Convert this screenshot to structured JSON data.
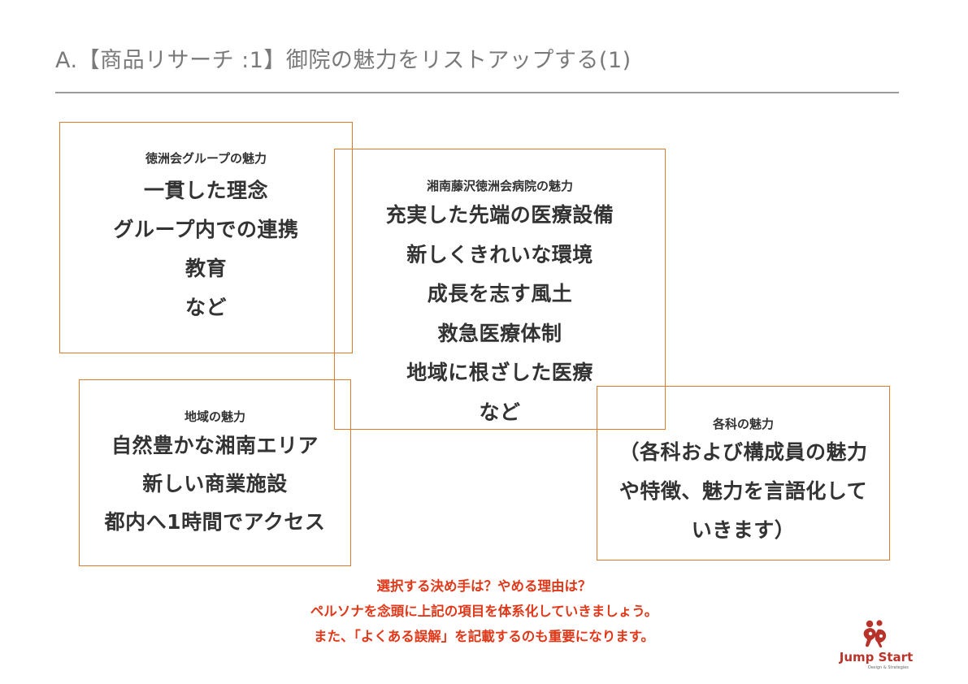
{
  "title": "A.【商品リサーチ :1】御院の魅力をリストアップする(1)",
  "boxes": {
    "group": {
      "heading": "徳洲会グループの魅力",
      "lines": [
        "一貫した理念",
        "グループ内での連携",
        "教育",
        "など"
      ]
    },
    "hospital": {
      "heading": "湘南藤沢徳洲会病院の魅力",
      "lines": [
        "充実した先端の医療設備",
        "新しくきれいな環境",
        "成長を志す風土",
        "救急医療体制",
        "地域に根ざした医療",
        "など"
      ]
    },
    "region": {
      "heading": "地域の魅力",
      "lines": [
        "自然豊かな湘南エリア",
        "新しい商業施設",
        "都内へ1時間でアクセス"
      ]
    },
    "department": {
      "heading": "各科の魅力",
      "lines": [
        "（各科および構成員の魅力",
        "や特徴、魅力を言語化して",
        "いきます）"
      ]
    }
  },
  "footer": {
    "lines": [
      "選択する決め手は？やめる理由は？",
      "ペルソナを念頭に上記の項目を体系化していきましょう。",
      "また、「よくある誤解」を記載するのも重要になります。"
    ]
  },
  "logo": {
    "name": "Jump Start",
    "tagline": "Design & Strategies"
  },
  "colors": {
    "box_border": "#e07b2a",
    "footer_text": "#e0391a",
    "logo": "#b8342a",
    "title": "#7a7a7a"
  }
}
